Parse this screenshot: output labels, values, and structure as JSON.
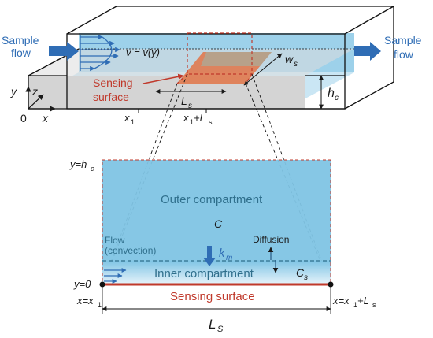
{
  "top": {
    "sample_flow_left": [
      "Sample",
      "flow"
    ],
    "sample_flow_right": [
      "Sample",
      "flow"
    ],
    "velocity": "v = v(y)",
    "sensing_surface": [
      "Sensing",
      "surface"
    ],
    "ws": "w",
    "ws_sub": "s",
    "ls": "L",
    "ls_sub": "s",
    "hc": "h",
    "hc_sub": "c",
    "axis_y": "y",
    "axis_z": "z",
    "axis_x": "x",
    "origin": "0",
    "x1": "x",
    "x1_sub": "1",
    "x1_ls": "x",
    "x1_ls_sub1": "1",
    "x1_ls_plus": "+L",
    "x1_ls_sub2": "s"
  },
  "bottom": {
    "y_hc": "y=h",
    "y_hc_sub": "c",
    "outer": "Outer compartment",
    "c_label": "C",
    "flow": [
      "Flow",
      "(convection)"
    ],
    "km": "k",
    "km_sub": "m",
    "diffusion": "Diffusion",
    "inner": "Inner compartment",
    "cs": "C",
    "cs_sub": "s",
    "y0": "y=0",
    "x_x1": "x=x",
    "x_x1_sub": "1",
    "sensing": "Sensing surface",
    "x_end": "x=x",
    "x_end_sub": "1",
    "x_end_plus": "+L",
    "x_end_sub2": "s",
    "ls_bottom": "L",
    "ls_bottom_sub": "S"
  },
  "colors": {
    "fluid": "#7fc4e4",
    "surface_orange": "#e07a4f",
    "blue_text": "#2f6db5",
    "red": "#c0392b"
  }
}
